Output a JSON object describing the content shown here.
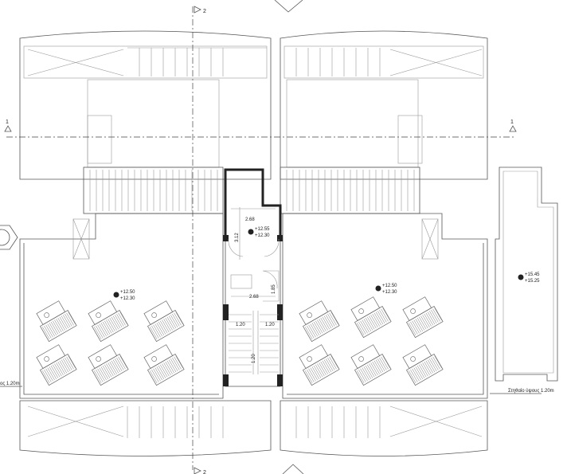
{
  "drawing": {
    "section_markers": {
      "section_1": "1",
      "section_2": "2"
    },
    "core": {
      "dim_width_top": "2.68",
      "dim_height_left": "3.12",
      "level_top": "+12.55",
      "level_bottom": "+12.30",
      "dim_width_mid": "2.68",
      "dim_lift": "1.85",
      "dim_flight_left": "1.20",
      "dim_flight_right": "1.20",
      "dim_landing": "1.20"
    },
    "left_terrace": {
      "level_top": "+12.50",
      "level_bottom": "+12.30"
    },
    "right_terrace": {
      "level_top": "+12.50",
      "level_bottom": "+12.30"
    },
    "right_roof": {
      "level_top": "+15.45",
      "level_bottom": "+15.25"
    },
    "parapet_note_right": "Στηθαίο ύψους 1.20m",
    "parapet_note_left": "ος 1.20m"
  }
}
